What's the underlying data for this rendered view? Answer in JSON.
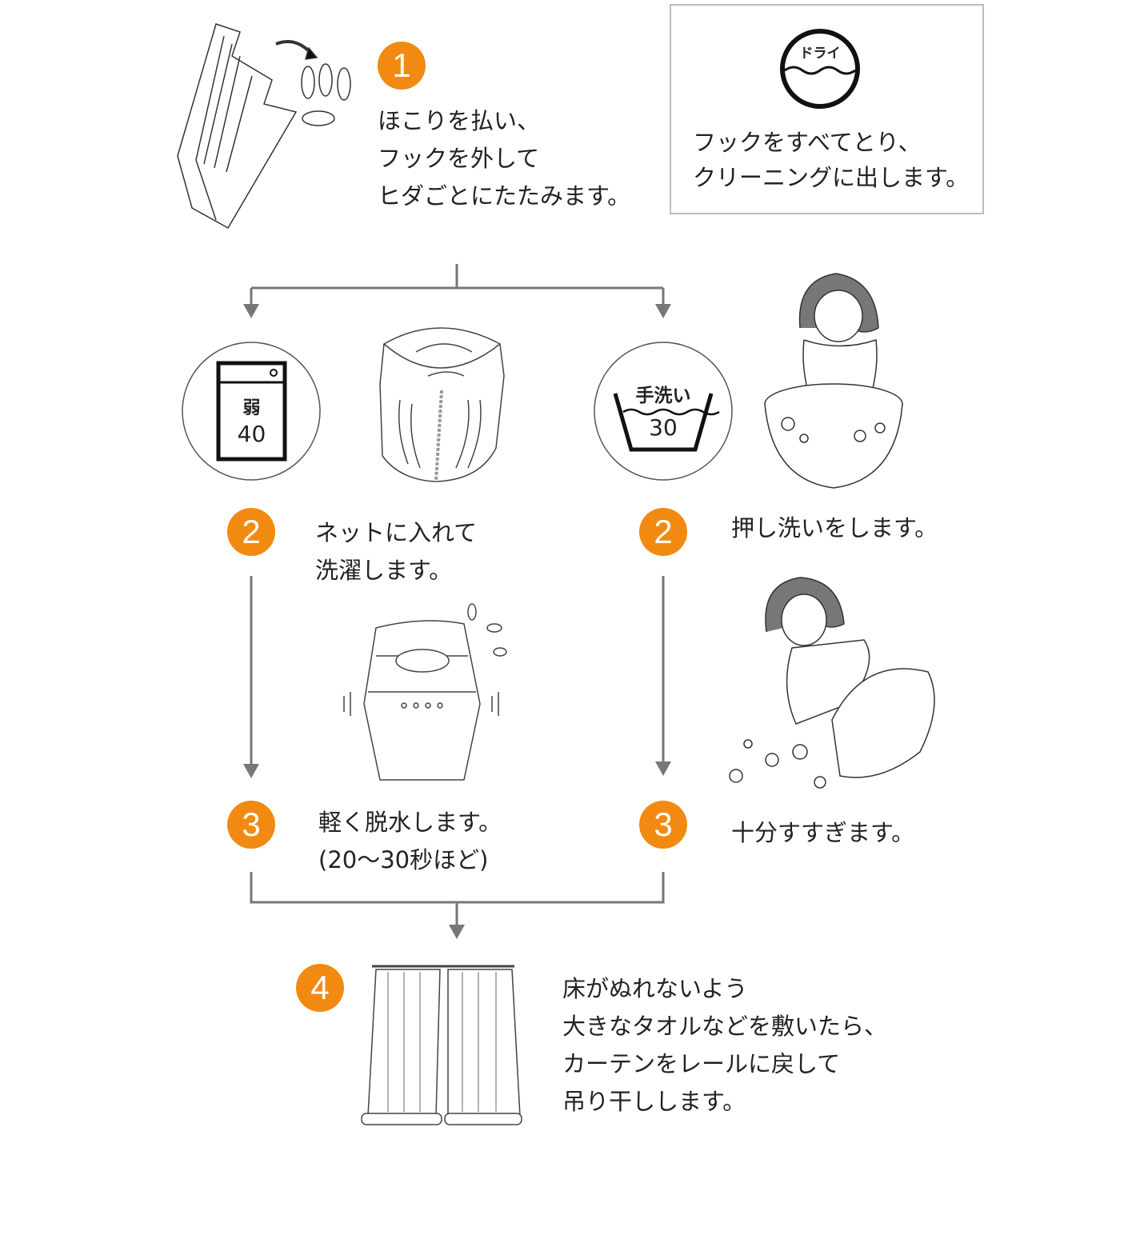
{
  "colors": {
    "badge": "#f28a12",
    "arrow": "#777777",
    "line": "#222222"
  },
  "step1": {
    "number": "1",
    "text": "ほこりを払い、\nフックを外して\nヒダごとにたたみます。"
  },
  "dry": {
    "symbol_label": "ドライ",
    "text": "フックをすべてとり、\nクリーニングに出します。"
  },
  "machine_wash": {
    "symbol_top": "弱",
    "symbol_temp": "40",
    "step2": {
      "number": "2",
      "text": "ネットに入れて\n洗濯します。"
    },
    "step3": {
      "number": "3",
      "text": "軽く脱水します。\n(20〜30秒ほど)"
    }
  },
  "hand_wash": {
    "symbol_label": "手洗い",
    "symbol_temp": "30",
    "step2": {
      "number": "2",
      "text": "押し洗いをします。"
    },
    "step3": {
      "number": "3",
      "text": "十分すすぎます。"
    }
  },
  "step4": {
    "number": "4",
    "text": "床がぬれないよう\n大きなタオルなどを敷いたら、\nカーテンをレールに戻して\n吊り干しします。"
  }
}
